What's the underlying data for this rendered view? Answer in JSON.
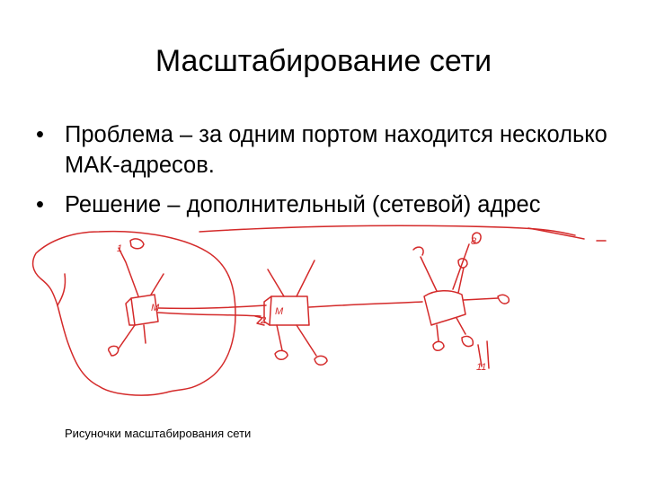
{
  "slide": {
    "title": "Масштабирование сети",
    "bullets": [
      {
        "marker": "•",
        "text": "Проблема – за одним портом находится несколько МАК-адресов."
      },
      {
        "marker": "•",
        "text": "Решение – дополнительный (сетевой) адрес"
      }
    ],
    "caption": "Рисуночки масштабирования сети",
    "sketch": {
      "ink_color": "#d42a2a",
      "switch_labels": [
        "M",
        "M"
      ],
      "marks": [
        "1",
        "2",
        "8",
        "11"
      ]
    }
  }
}
